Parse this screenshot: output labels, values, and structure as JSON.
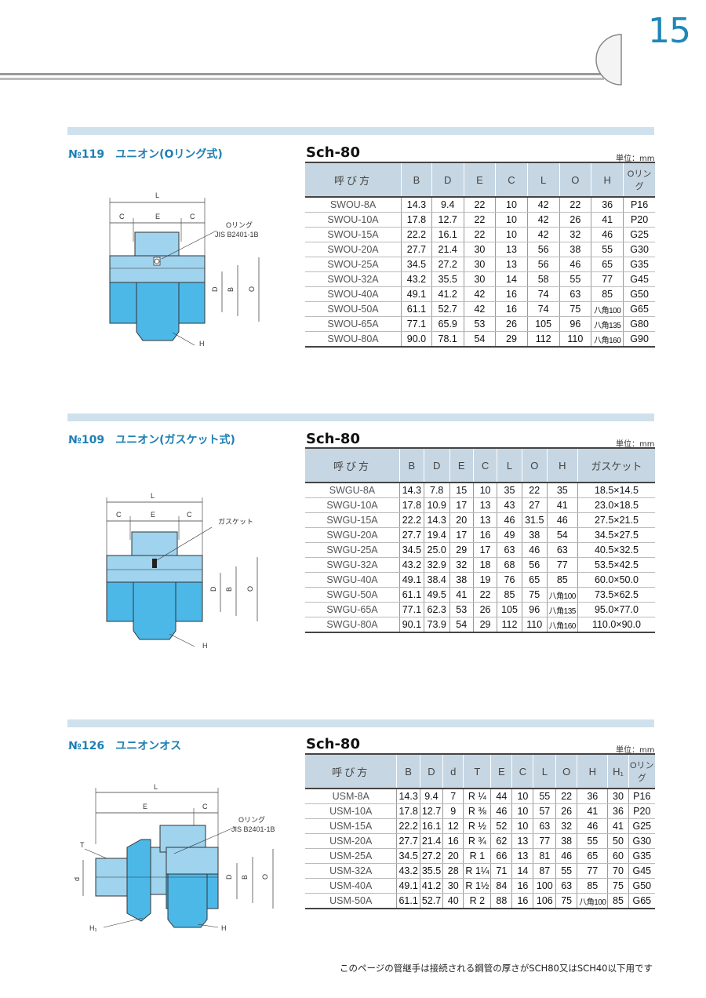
{
  "page": {
    "number": "15",
    "footer": "このページの管継手は接続される鋼管の厚さがSCH80又はSCH40以下用です"
  },
  "sections": [
    {
      "title": "№119　ユニオン(Oリング式)",
      "schedule": "Sch-80",
      "unit": "単位：mm",
      "diagram_labels": {
        "L": "L",
        "C1": "C",
        "E": "E",
        "C2": "C",
        "callout": "Oリング",
        "callout2": "JIS B2401-1B",
        "D": "D",
        "B": "B",
        "O": "O",
        "H": "H"
      },
      "headers": [
        "呼び方",
        "B",
        "D",
        "E",
        "C",
        "L",
        "O",
        "H",
        "Oリング"
      ],
      "rows": [
        [
          "SWOU-8A",
          "14.3",
          "9.4",
          "22",
          "10",
          "42",
          "22",
          "36",
          "P16"
        ],
        [
          "SWOU-10A",
          "17.8",
          "12.7",
          "22",
          "10",
          "42",
          "26",
          "41",
          "P20"
        ],
        [
          "SWOU-15A",
          "22.2",
          "16.1",
          "22",
          "10",
          "42",
          "32",
          "46",
          "G25"
        ],
        [
          "SWOU-20A",
          "27.7",
          "21.4",
          "30",
          "13",
          "56",
          "38",
          "55",
          "G30"
        ],
        [
          "SWOU-25A",
          "34.5",
          "27.2",
          "30",
          "13",
          "56",
          "46",
          "65",
          "G35"
        ],
        [
          "SWOU-32A",
          "43.2",
          "35.5",
          "30",
          "14",
          "58",
          "55",
          "77",
          "G45"
        ],
        [
          "SWOU-40A",
          "49.1",
          "41.2",
          "42",
          "16",
          "74",
          "63",
          "85",
          "G50"
        ],
        [
          "SWOU-50A",
          "61.1",
          "52.7",
          "42",
          "16",
          "74",
          "75",
          "八角100",
          "G65"
        ],
        [
          "SWOU-65A",
          "77.1",
          "65.9",
          "53",
          "26",
          "105",
          "96",
          "八角135",
          "G80"
        ],
        [
          "SWOU-80A",
          "90.0",
          "78.1",
          "54",
          "29",
          "112",
          "110",
          "八角160",
          "G90"
        ]
      ]
    },
    {
      "title": "№109　ユニオン(ガスケット式)",
      "schedule": "Sch-80",
      "unit": "単位：mm",
      "diagram_labels": {
        "L": "L",
        "C1": "C",
        "E": "E",
        "C2": "C",
        "callout": "ガスケット",
        "D": "D",
        "B": "B",
        "O": "O",
        "H": "H"
      },
      "headers": [
        "呼び方",
        "B",
        "D",
        "E",
        "C",
        "L",
        "O",
        "H",
        "ガスケット"
      ],
      "rows": [
        [
          "SWGU-8A",
          "14.3",
          "7.8",
          "15",
          "10",
          "35",
          "22",
          "35",
          "18.5×14.5"
        ],
        [
          "SWGU-10A",
          "17.8",
          "10.9",
          "17",
          "13",
          "43",
          "27",
          "41",
          "23.0×18.5"
        ],
        [
          "SWGU-15A",
          "22.2",
          "14.3",
          "20",
          "13",
          "46",
          "31.5",
          "46",
          "27.5×21.5"
        ],
        [
          "SWGU-20A",
          "27.7",
          "19.4",
          "17",
          "16",
          "49",
          "38",
          "54",
          "34.5×27.5"
        ],
        [
          "SWGU-25A",
          "34.5",
          "25.0",
          "29",
          "17",
          "63",
          "46",
          "63",
          "40.5×32.5"
        ],
        [
          "SWGU-32A",
          "43.2",
          "32.9",
          "32",
          "18",
          "68",
          "56",
          "77",
          "53.5×42.5"
        ],
        [
          "SWGU-40A",
          "49.1",
          "38.4",
          "38",
          "19",
          "76",
          "65",
          "85",
          "60.0×50.0"
        ],
        [
          "SWGU-50A",
          "61.1",
          "49.5",
          "41",
          "22",
          "85",
          "75",
          "八角100",
          "73.5×62.5"
        ],
        [
          "SWGU-65A",
          "77.1",
          "62.3",
          "53",
          "26",
          "105",
          "96",
          "八角135",
          "95.0×77.0"
        ],
        [
          "SWGU-80A",
          "90.1",
          "73.9",
          "54",
          "29",
          "112",
          "110",
          "八角160",
          "110.0×90.0"
        ]
      ]
    },
    {
      "title": "№126　ユニオンオス",
      "schedule": "Sch-80",
      "unit": "単位：mm",
      "diagram_labels": {
        "L": "L",
        "E": "E",
        "C": "C",
        "callout": "Oリング",
        "callout2": "JIS B2401-1B",
        "T": "T",
        "d": "d",
        "D": "D",
        "B": "B",
        "O": "O",
        "H1": "H₁",
        "H": "H"
      },
      "headers": [
        "呼び方",
        "B",
        "D",
        "d",
        "T",
        "E",
        "C",
        "L",
        "O",
        "H",
        "H₁",
        "Oリング"
      ],
      "rows": [
        [
          "USM-8A",
          "14.3",
          "9.4",
          "7",
          "R ¼",
          "44",
          "10",
          "55",
          "22",
          "36",
          "30",
          "P16"
        ],
        [
          "USM-10A",
          "17.8",
          "12.7",
          "9",
          "R ⅜",
          "46",
          "10",
          "57",
          "26",
          "41",
          "36",
          "P20"
        ],
        [
          "USM-15A",
          "22.2",
          "16.1",
          "12",
          "R ½",
          "52",
          "10",
          "63",
          "32",
          "46",
          "41",
          "G25"
        ],
        [
          "USM-20A",
          "27.7",
          "21.4",
          "16",
          "R ¾",
          "62",
          "13",
          "77",
          "38",
          "55",
          "50",
          "G30"
        ],
        [
          "USM-25A",
          "34.5",
          "27.2",
          "20",
          "R 1",
          "66",
          "13",
          "81",
          "46",
          "65",
          "60",
          "G35"
        ],
        [
          "USM-32A",
          "43.2",
          "35.5",
          "28",
          "R 1¼",
          "71",
          "14",
          "87",
          "55",
          "77",
          "70",
          "G45"
        ],
        [
          "USM-40A",
          "49.1",
          "41.2",
          "30",
          "R 1½",
          "84",
          "16",
          "100",
          "63",
          "85",
          "75",
          "G50"
        ],
        [
          "USM-50A",
          "61.1",
          "52.7",
          "40",
          "R 2",
          "88",
          "16",
          "106",
          "75",
          "八角100",
          "85",
          "G65"
        ]
      ]
    }
  ],
  "colors": {
    "accent": "#1f87b8",
    "band": "#cfe1ec",
    "fitting_light": "#9fd3ee",
    "fitting_dark": "#4cb8e8",
    "header_bg": "#c6d6e3"
  }
}
